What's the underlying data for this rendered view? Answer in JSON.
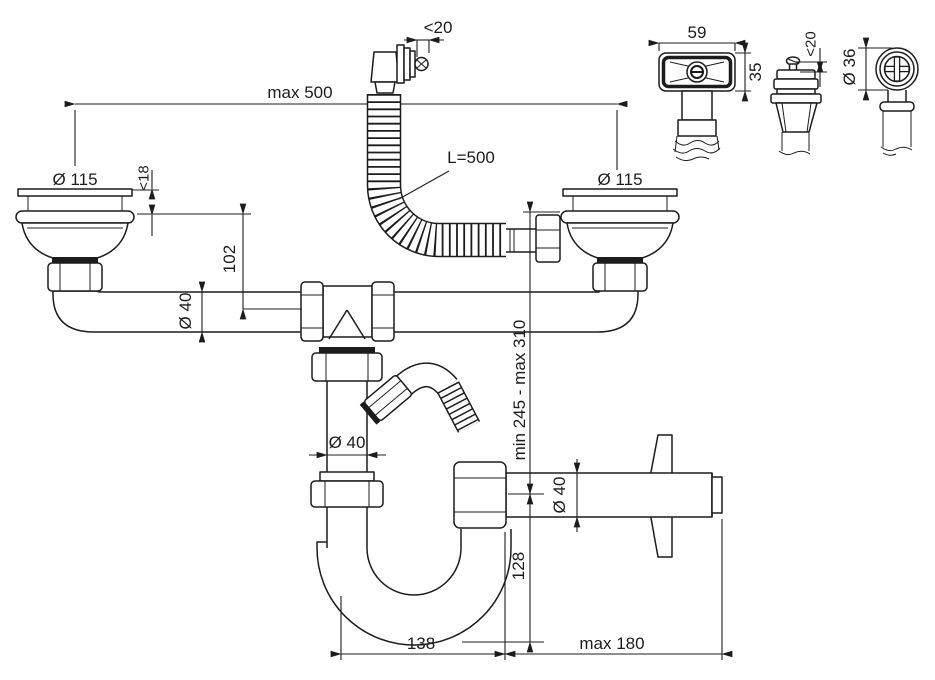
{
  "colors": {
    "background": "#ffffff",
    "line": "#1c1c1c"
  },
  "main_view": {
    "dim_overflow_knob": "<20",
    "dim_span_top": "max 500",
    "left_drain_diameter": "Ø 115",
    "right_drain_diameter": "Ø 115",
    "dim_flange_thickness": "<18",
    "dim_drain_to_pipe_axis": "102",
    "dim_pipe_diameter_left": "Ø 40",
    "hose_length": "L=500",
    "dim_outlet_height_range": "min 245 - max 310",
    "dim_pipe_diameter_branch": "Ø 40",
    "dim_outlet_diameter": "Ø 40",
    "dim_trap_depth": "128",
    "dim_trap_offset": "138",
    "dim_wall_offset": "max 180"
  },
  "detail_views": {
    "rect_overflow_width": "59",
    "rect_overflow_height": "35",
    "plug_height": "<20",
    "round_overflow_diameter": "Ø 36"
  }
}
